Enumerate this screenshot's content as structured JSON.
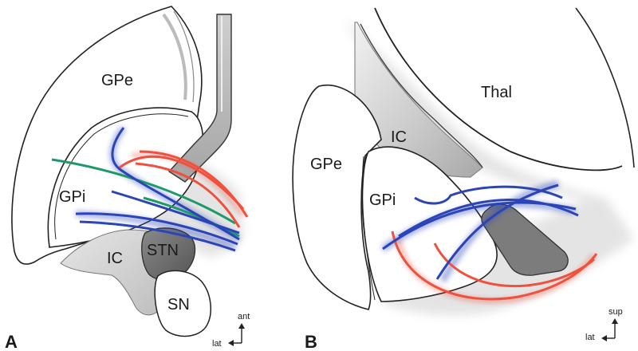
{
  "panels": [
    {
      "letter": "A",
      "regions": {
        "gpe": "GPe",
        "gpi": "GPi",
        "ic": "IC",
        "stn": "STN",
        "sn": "SN"
      },
      "orientation": {
        "vertical": "ant",
        "horizontal": "lat"
      }
    },
    {
      "letter": "B",
      "regions": {
        "thal": "Thal",
        "ic": "IC",
        "gpe": "GPe",
        "gpi": "GPi"
      },
      "orientation": {
        "vertical": "sup",
        "horizontal": "lat"
      }
    }
  ],
  "colors": {
    "fiber_blue": "#2b44b8",
    "fiber_red": "#f0503c",
    "fiber_green": "#1e9a6a",
    "region_fill": "#ffffff",
    "outline": "#222222",
    "capsule_fill": "#d9d9d9",
    "stn_fill": "#6f6f6f"
  }
}
